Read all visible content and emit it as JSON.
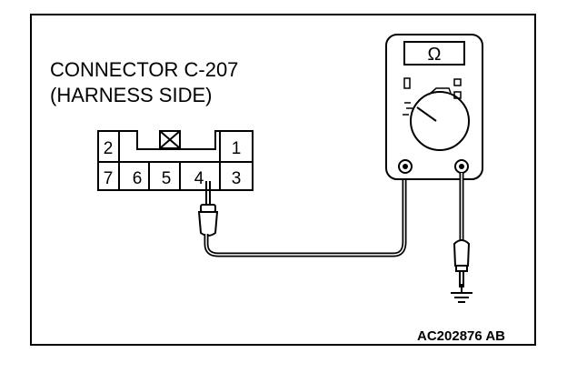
{
  "connector": {
    "title": "CONNECTOR C-207",
    "subtitle": "(HARNESS SIDE)",
    "top_pins": [
      "2",
      "1"
    ],
    "bottom_pins": [
      "7",
      "6",
      "5",
      "4",
      "3"
    ]
  },
  "meter": {
    "symbol": "Ω"
  },
  "figure_code": "AC202876 AB",
  "colors": {
    "line": "#000000",
    "background": "#ffffff"
  }
}
